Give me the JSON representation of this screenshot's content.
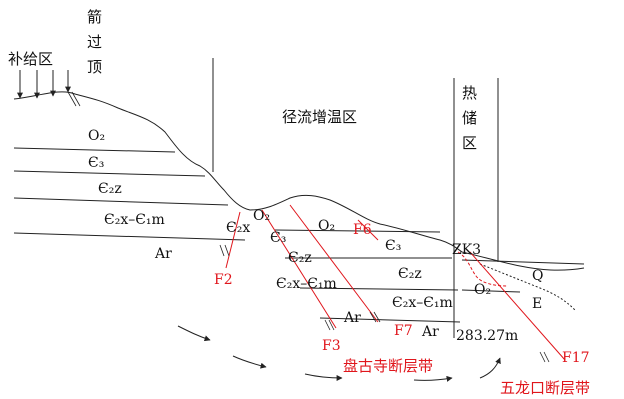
{
  "zones": {
    "recharge": "补给区",
    "jianguoding": "箭过顶",
    "runoff_heating": "径流增温区",
    "reservoir": "热储区"
  },
  "strata": {
    "o2_left": "O₂",
    "c3_left": "Є₃",
    "c2z_left": "Є₂z",
    "c2x_c1m_left": "Є₂x–Є₁m",
    "ar_left": "Ar",
    "c2x_mid": "Є₂x",
    "o2_mid": "O₂",
    "c3_mid": "Є₃",
    "o2_center": "O₂",
    "c3_center": "Є₃",
    "c2z_center": "Є₂z",
    "c2x_c1m_center": "Є₂x–Є₁m",
    "ar_center": "Ar",
    "c2z_right": "Є₂z",
    "c2x_c1m_right": "Є₂x–Є₁m",
    "ar_right": "Ar",
    "o2_right": "O₂",
    "q": "Q",
    "e": "E"
  },
  "faults": {
    "f2": "F2",
    "f3": "F3",
    "f6": "F6",
    "f7": "F7",
    "f17": "F17",
    "pangusi_zone": "盘古寺断层带",
    "wulongkou_zone": "五龙口断层带"
  },
  "well": {
    "name": "ZK3",
    "depth": "283.27m"
  },
  "colors": {
    "fault_red": "#e0161c",
    "line_black": "#222222"
  }
}
